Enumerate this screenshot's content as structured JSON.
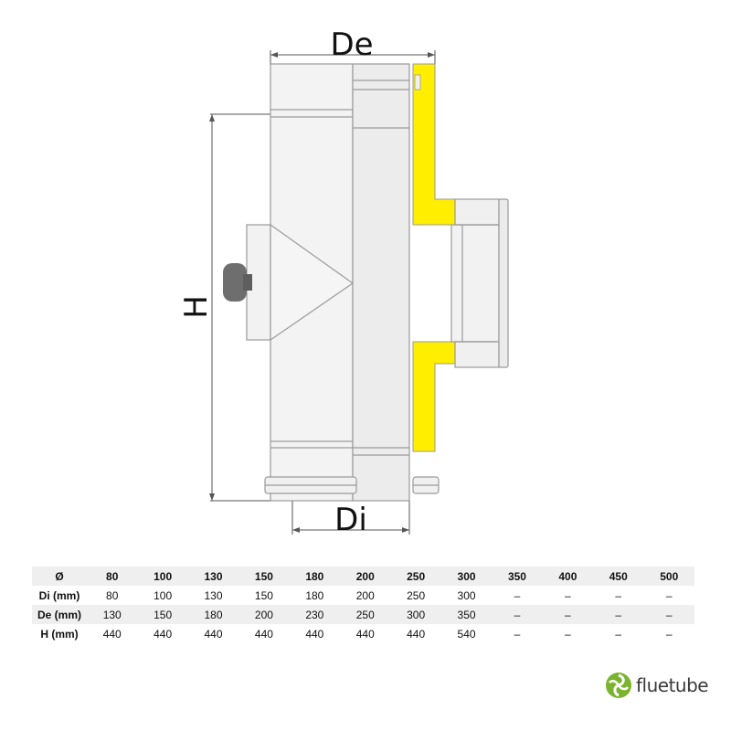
{
  "diagram": {
    "labels": {
      "de": "De",
      "di": "Di",
      "h": "H"
    },
    "colors": {
      "insulation": "#ffee00",
      "pipe_fill": "#f2f2f2",
      "pipe_line": "#9a9a9a",
      "knob": "#707070"
    }
  },
  "table": {
    "header": [
      "Ø",
      "80",
      "100",
      "130",
      "150",
      "180",
      "200",
      "250",
      "300",
      "350",
      "400",
      "450",
      "500"
    ],
    "rows": [
      {
        "label": "Di (mm)",
        "values": [
          "80",
          "100",
          "130",
          "150",
          "180",
          "200",
          "250",
          "300",
          "–",
          "–",
          "–",
          "–"
        ]
      },
      {
        "label": "De (mm)",
        "values": [
          "130",
          "150",
          "180",
          "200",
          "230",
          "250",
          "300",
          "350",
          "–",
          "–",
          "–",
          "–"
        ]
      },
      {
        "label": "H (mm)",
        "values": [
          "440",
          "440",
          "440",
          "440",
          "440",
          "440",
          "440",
          "540",
          "–",
          "–",
          "–",
          "–"
        ]
      }
    ]
  },
  "logo": {
    "text": "fluetube",
    "color": "#7ab32e"
  }
}
